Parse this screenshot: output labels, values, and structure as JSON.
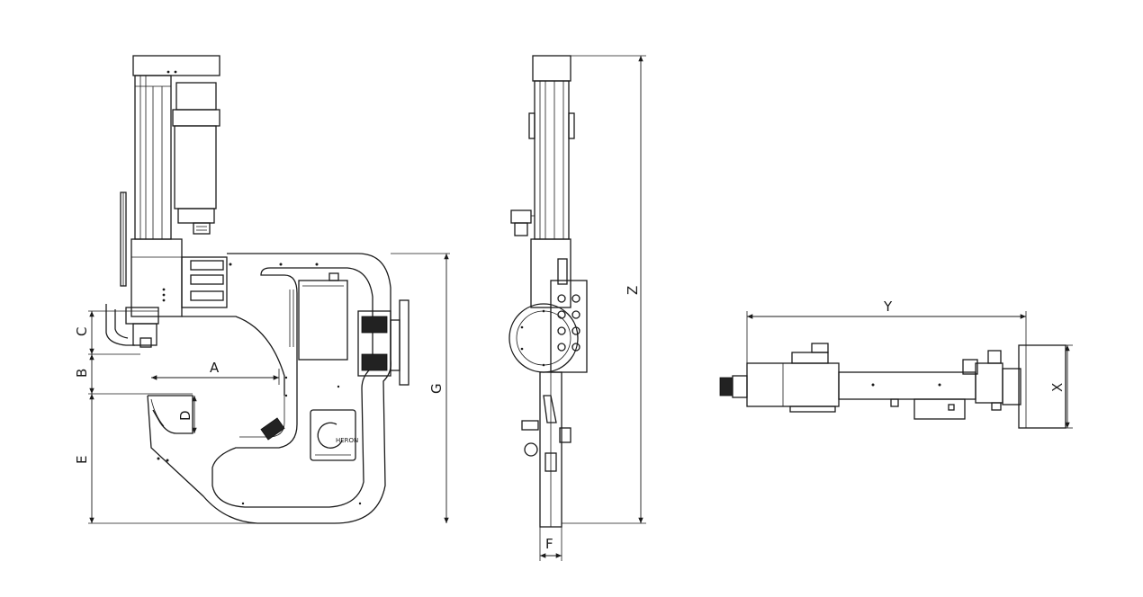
{
  "title": "",
  "labels": {
    "A": "A",
    "B": "B",
    "C": "C",
    "D": "D",
    "E": "E",
    "F": "F",
    "G": "G",
    "X": "X",
    "Y": "Y",
    "Z": "Z"
  },
  "brand_badge": "HERON"
}
